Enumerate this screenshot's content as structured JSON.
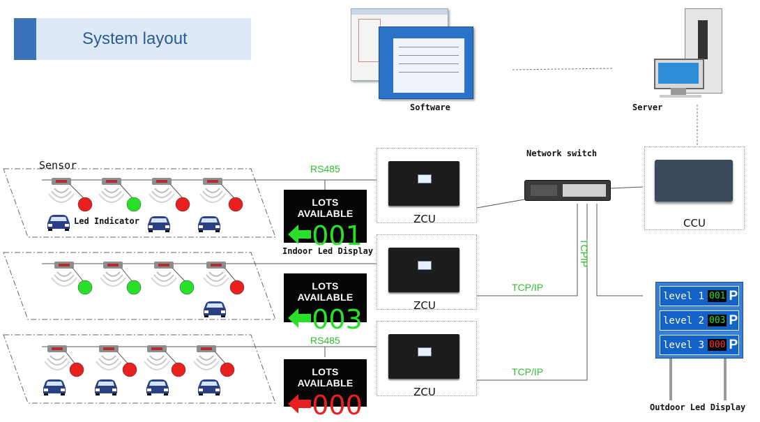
{
  "title": "System layout",
  "software": {
    "label": "Software"
  },
  "server": {
    "label": "Server"
  },
  "network_switch": {
    "label": "Network switch"
  },
  "ccu": {
    "label": "CCU"
  },
  "links": {
    "rs485_top": "RS485",
    "rs485_bottom": "RS485",
    "tcpip_mid": "TCP/IP",
    "tcpip_bottom": "TCP/IP",
    "tcpip_vertical": "TCPIP"
  },
  "zones": [
    {
      "indicators": [
        "red",
        "green",
        "red",
        "red"
      ]
    },
    {
      "indicators": [
        "green",
        "green",
        "green",
        "red"
      ]
    },
    {
      "indicators": [
        "red",
        "red",
        "red",
        "red"
      ]
    }
  ],
  "labels": {
    "sensor": "Sensor",
    "led_indicator": "Led Indicator",
    "indoor_display": "Indoor Led Display",
    "outdoor_display": "Outdoor Led Display"
  },
  "zcu": [
    {
      "label": "ZCU"
    },
    {
      "label": "ZCU"
    },
    {
      "label": "ZCU"
    }
  ],
  "indoor_displays": [
    {
      "heading": "LOTS AVAILABLE",
      "count": "001",
      "color": "#28e028"
    },
    {
      "heading": "LOTS AVAILABLE",
      "count": "003",
      "color": "#28e028"
    },
    {
      "heading": "LOTS AVAILABLE",
      "count": "000",
      "color": "#e82020"
    }
  ],
  "outdoor_levels": [
    {
      "label": "level 1",
      "count": "001",
      "color": "#28e028",
      "sign": "P"
    },
    {
      "label": "level 2",
      "count": "003",
      "color": "#28e028",
      "sign": "P"
    },
    {
      "label": "level 3",
      "count": "000",
      "color": "#ff3030",
      "sign": "P"
    }
  ],
  "colors": {
    "led_green": "#28e028",
    "led_red": "#e82020",
    "rs485_green": "#2fbf2f",
    "accent_blue": "#3b72b7"
  }
}
